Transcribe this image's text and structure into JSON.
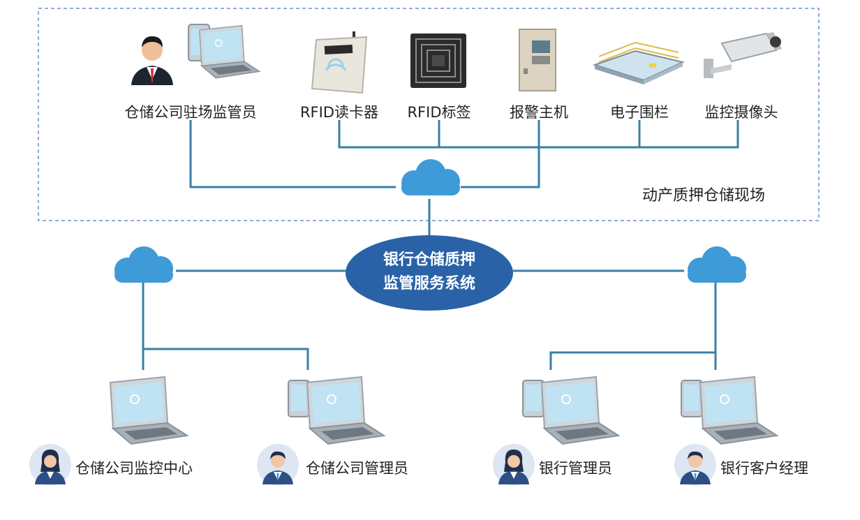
{
  "site": {
    "title": "动产质押仓储现场",
    "devices": [
      {
        "label": "仓储公司驻场监管员",
        "icon": "supervisor-with-laptop-icon"
      },
      {
        "label": "RFID读卡器",
        "icon": "rfid-reader-icon"
      },
      {
        "label": "RFID标签",
        "icon": "rfid-tag-icon"
      },
      {
        "label": "报警主机",
        "icon": "alarm-host-icon"
      },
      {
        "label": "电子围栏",
        "icon": "electronic-fence-icon"
      },
      {
        "label": "监控摄像头",
        "icon": "cctv-camera-icon"
      }
    ]
  },
  "center": {
    "line1": "银行仓储质押",
    "line2": "监管服务系统"
  },
  "users": [
    {
      "label": "仓储公司监控中心",
      "icon": "female-user-icon"
    },
    {
      "label": "仓储公司管理员",
      "icon": "male-user-icon"
    },
    {
      "label": "银行管理员",
      "icon": "female-user-icon"
    },
    {
      "label": "银行客户经理",
      "icon": "male-user-icon"
    }
  ],
  "colors": {
    "line": "#3a7fa3",
    "cloud": "#3f9ad8",
    "center": "#2a62a8",
    "dashed_border": "#6d8fc7",
    "avatar_bg": "#dde6f2"
  }
}
